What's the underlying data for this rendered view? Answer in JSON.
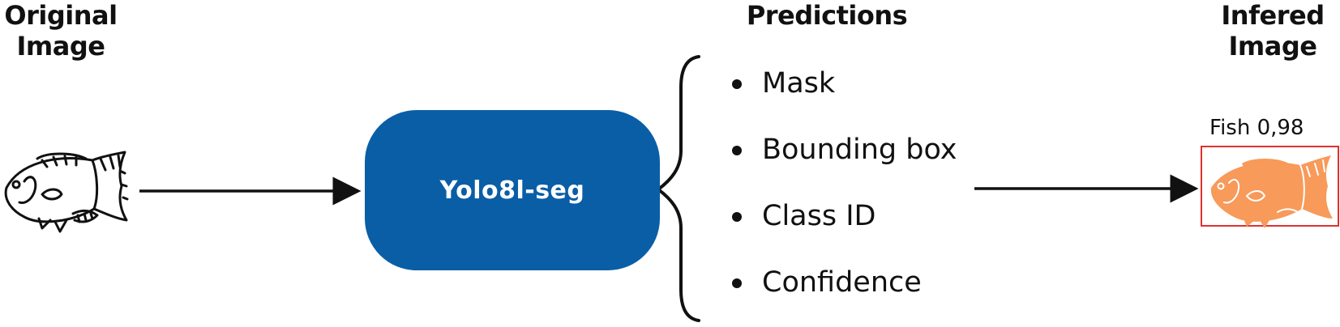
{
  "titles": {
    "original": [
      "Original",
      "Image"
    ],
    "predictions": "Predictions",
    "infered": [
      "Infered",
      "Image"
    ]
  },
  "model": {
    "label": "Yolo8l-seg",
    "color": "#0a5ea6"
  },
  "predictions": [
    "Mask",
    "Bounding box",
    "Class ID",
    "Confidence"
  ],
  "detection": {
    "label": "Fish 0,98",
    "mask_color": "#f79a5a",
    "box_color": "#e0312f"
  },
  "icons": {
    "input": "fish-outline-icon",
    "output": "fish-segmented-icon"
  }
}
